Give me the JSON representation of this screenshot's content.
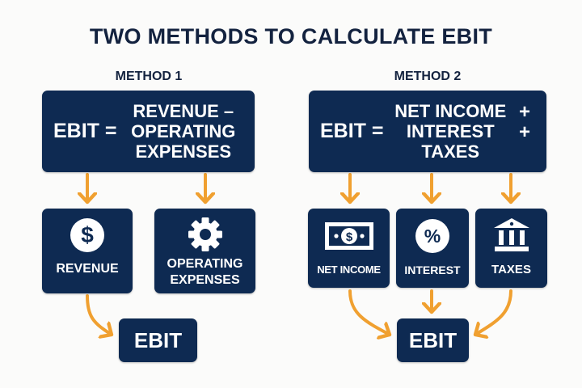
{
  "title": "TWO METHODS TO CALCULATE EBIT",
  "colors": {
    "navy": "#0e2a52",
    "arrow": "#f0a030",
    "title_text": "#13223f",
    "background": "#fbfbfa"
  },
  "method1": {
    "label": "METHOD 1",
    "formula": {
      "lhs": "EBIT =",
      "rhs_lines": [
        "REVENUE –",
        "OPERATING",
        "EXPENSES"
      ]
    },
    "components": [
      {
        "label_lines": [
          "REVENUE"
        ],
        "icon": "dollar-circle-icon"
      },
      {
        "label_lines": [
          "OPERATING",
          "EXPENSES"
        ],
        "icon": "gear-icon"
      }
    ],
    "result": "EBIT"
  },
  "method2": {
    "label": "METHOD 2",
    "formula": {
      "lhs": "EBIT =",
      "rhs_lines": [
        "NET INCOME",
        "INTEREST",
        "TAXES"
      ],
      "operators": [
        "+",
        "+"
      ]
    },
    "components": [
      {
        "label_lines": [
          "NET INCOME"
        ],
        "icon": "banknote-icon"
      },
      {
        "label_lines": [
          "INTEREST"
        ],
        "icon": "percent-circle-icon"
      },
      {
        "label_lines": [
          "TAXES"
        ],
        "icon": "bank-building-icon"
      }
    ],
    "result": "EBIT"
  }
}
